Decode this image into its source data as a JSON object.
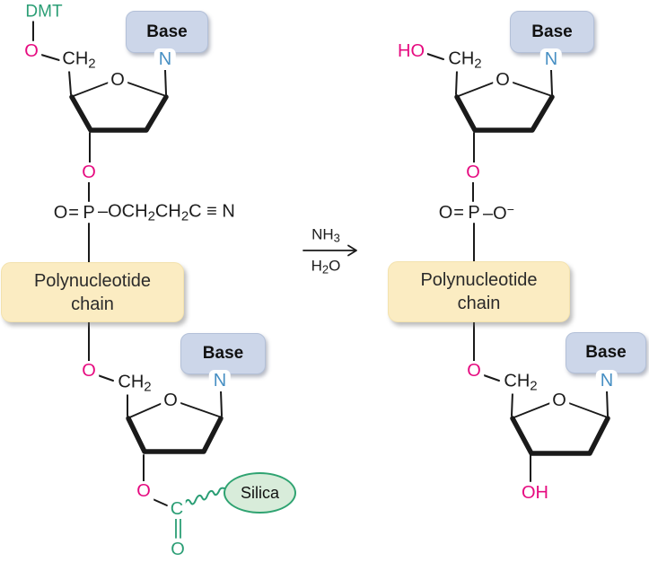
{
  "colors": {
    "oxygen_pink": "#e60b80",
    "green": "#2b9e75",
    "nitrogen_blue": "#478fc3",
    "base_box_fill": "#ccd6e9",
    "chain_box_fill": "#fbecc2",
    "silica_fill": "#d8ecda",
    "silica_border": "#2fa371",
    "bond_black": "#1a1a1a"
  },
  "labels": {
    "dmt": "DMT",
    "o": "O",
    "ho": "HO",
    "oh": "OH",
    "n": "N",
    "c": "C",
    "p": "P",
    "base": "Base",
    "ch": "CH",
    "sub2": "2",
    "sub3": "3",
    "o_eq": "O=",
    "cyano_tail_1": "–OCH",
    "cyano_tail_2": "CH",
    "cyano_tail_3": "C ≡ N",
    "o_minus": "–O",
    "minus": "−",
    "silica": "Silica"
  },
  "chain_box": {
    "line1": "Polynucleotide",
    "line2": "chain"
  },
  "arrow": {
    "reagent": "NH",
    "reagent_sub": "3",
    "solvent_a": "H",
    "solvent_sub": "2",
    "solvent_b": "O"
  }
}
